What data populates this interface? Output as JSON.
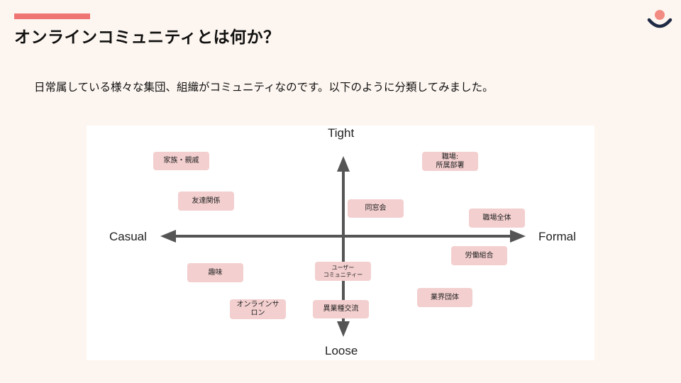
{
  "header": {
    "title": "オンラインコミュニティとは何か？",
    "subtitle": "日常属している様々な集団、組織がコミュニティなのです。以下のように分類してみました。"
  },
  "logo": {
    "icon": "smile-logo-icon",
    "colors": {
      "dot": "#f28b82",
      "arc": "#1f2a44"
    }
  },
  "colors": {
    "accent": "#ef7575",
    "tag": "#f3cfcf",
    "axis": "#555555",
    "background": "#fdf5ef"
  },
  "axes": {
    "top": "Tight",
    "bottom": "Loose",
    "left": "Casual",
    "right": "Formal"
  },
  "items": [
    {
      "label": "家族・親戚"
    },
    {
      "label": "職場:\n所属部署"
    },
    {
      "label": "友達関係"
    },
    {
      "label": "同窓会"
    },
    {
      "label": "職場全体"
    },
    {
      "label": "労働組合"
    },
    {
      "label": "趣味"
    },
    {
      "label": "ユーザー\nコミュニティー"
    },
    {
      "label": "業界団体"
    },
    {
      "label": "オンラインサ\nロン"
    },
    {
      "label": "異業種交流"
    }
  ]
}
